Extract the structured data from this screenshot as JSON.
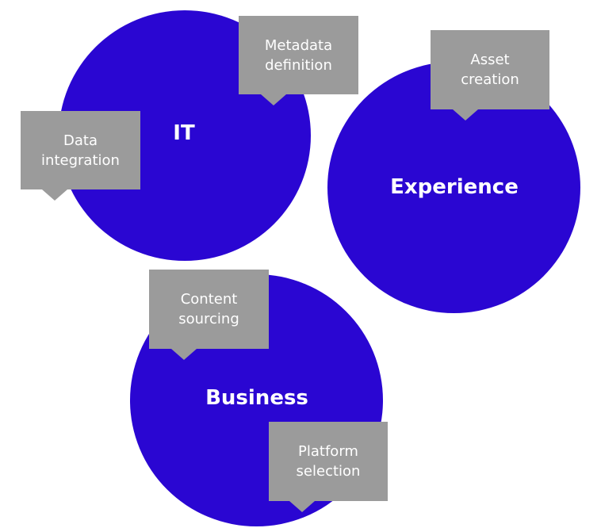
{
  "colors": {
    "circle": "#2a06d2",
    "callout": "#9b9b9b",
    "text": "#ffffff"
  },
  "circles": {
    "it": "IT",
    "experience": "Experience",
    "business": "Business"
  },
  "callouts": {
    "metadata": [
      "Metadata",
      "definition"
    ],
    "data_integration": [
      "Data",
      "integration"
    ],
    "asset_creation": [
      "Asset",
      "creation"
    ],
    "content_sourcing": [
      "Content",
      "sourcing"
    ],
    "platform_selection": [
      "Platform",
      "selection"
    ]
  }
}
